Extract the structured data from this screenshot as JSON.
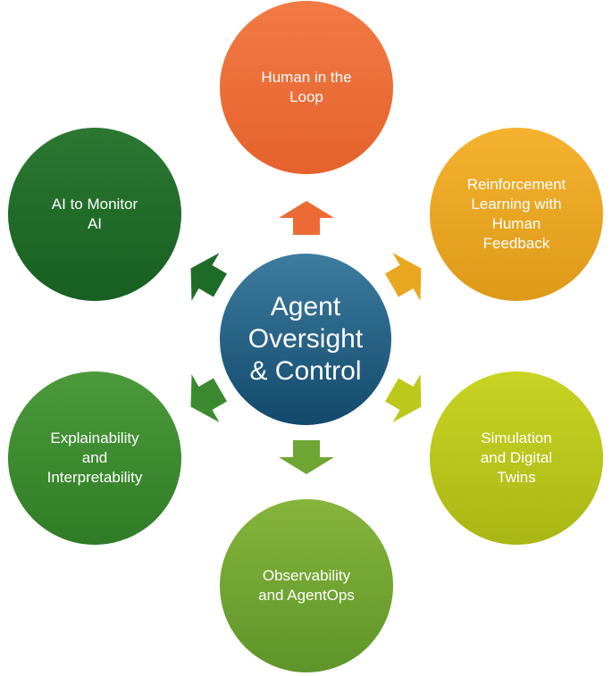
{
  "center": {
    "label": "Agent\nOversight\n& Control",
    "color_top": "#3e7ca0",
    "color_bottom": "#12496c"
  },
  "nodes": [
    {
      "id": "human-in-the-loop",
      "label": "Human in the\nLoop",
      "color_top": "#f27a45",
      "color_bottom": "#e5622c"
    },
    {
      "id": "rlhf",
      "label": "Reinforcement\nLearning with\nHuman\nFeedback",
      "color_top": "#f4b22f",
      "color_bottom": "#de9a18"
    },
    {
      "id": "simulation-digital-twins",
      "label": "Simulation\nand Digital\nTwins",
      "color_top": "#c8d422",
      "color_bottom": "#a9b715"
    },
    {
      "id": "observability-agentops",
      "label": "Observability\nand AgentOps",
      "color_top": "#86b53b",
      "color_bottom": "#5e9429"
    },
    {
      "id": "explainability-interpretability",
      "label": "Explainability\nand\nInterpretability",
      "color_top": "#4c9a3b",
      "color_bottom": "#2f7c26"
    },
    {
      "id": "ai-to-monitor-ai",
      "label": "AI to Monitor\nAI",
      "color_top": "#2c7832",
      "color_bottom": "#175f22"
    }
  ],
  "arrows": [
    {
      "to": "human-in-the-loop",
      "color": "#ec6b35"
    },
    {
      "to": "rlhf",
      "color": "#e9a71f"
    },
    {
      "to": "simulation-digital-twins",
      "color": "#bcc91b"
    },
    {
      "to": "observability-agentops",
      "color": "#6fa532"
    },
    {
      "to": "explainability-interpretability",
      "color": "#3c8a30"
    },
    {
      "to": "ai-to-monitor-ai",
      "color": "#1f6b28"
    }
  ]
}
